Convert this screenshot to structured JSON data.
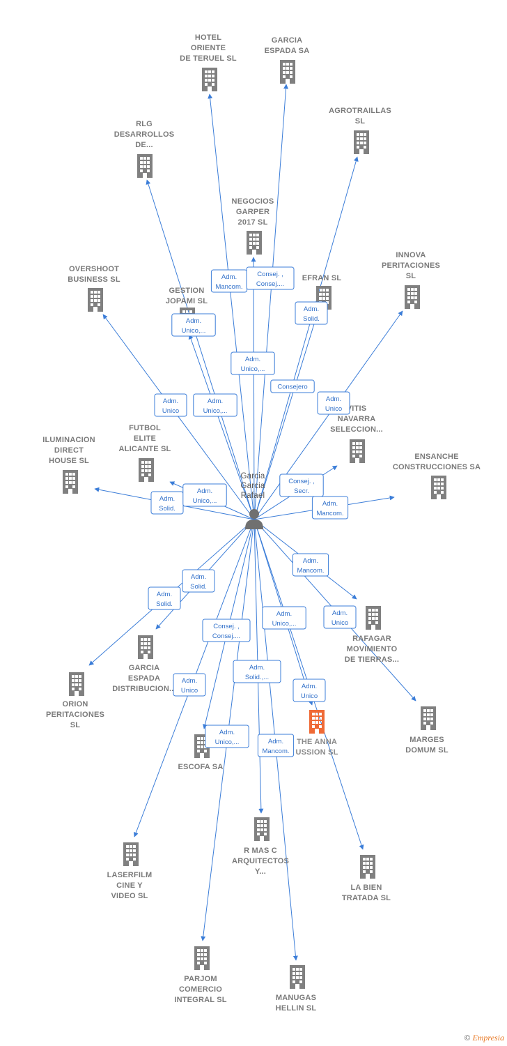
{
  "colors": {
    "edge": "#3b7dd8",
    "node": "#808080",
    "highlight": "#ef6a36",
    "person": "#707070"
  },
  "center": {
    "id": "person",
    "label": [
      "Garcia",
      "Garcia",
      "Rafael"
    ]
  },
  "nodes": [
    {
      "id": "hotel",
      "label": [
        "HOTEL",
        "ORIENTE",
        "DE TERUEL SL"
      ]
    },
    {
      "id": "garcia-espada",
      "label": [
        "GARCIA",
        "ESPADA SA"
      ]
    },
    {
      "id": "agrotraillas",
      "label": [
        "AGROTRAILLAS",
        "SL"
      ]
    },
    {
      "id": "rlg",
      "label": [
        "RLG",
        "DESARROLLOS",
        "DE..."
      ]
    },
    {
      "id": "negocios",
      "label": [
        "NEGOCIOS",
        "GARPER",
        "2017  SL"
      ]
    },
    {
      "id": "innova",
      "label": [
        "INNOVA",
        "PERITACIONES",
        "SL"
      ]
    },
    {
      "id": "overshoot",
      "label": [
        "OVERSHOOT",
        "BUSINESS  SL"
      ]
    },
    {
      "id": "gestion",
      "label": [
        "GESTION",
        "JOPAMI  SL"
      ]
    },
    {
      "id": "efran",
      "label": [
        "EFRAN SL"
      ]
    },
    {
      "id": "vitis",
      "label": [
        "VITIS",
        "NAVARRA",
        "SELECCION..."
      ]
    },
    {
      "id": "ensanche",
      "label": [
        "ENSANCHE",
        "CONSTRUCCIONES SA"
      ]
    },
    {
      "id": "iluminacion",
      "label": [
        "ILUMINACION",
        "DIRECT",
        "HOUSE SL"
      ]
    },
    {
      "id": "futbol",
      "label": [
        "FUTBOL",
        "ELITE",
        "ALICANTE SL"
      ]
    },
    {
      "id": "rafagar",
      "label": [
        "RAFAGAR",
        "MOVIMIENTO",
        "DE TIERRAS..."
      ]
    },
    {
      "id": "garcia-espada-dist",
      "label": [
        "GARCIA",
        "ESPADA",
        "DISTRIBUCION..."
      ]
    },
    {
      "id": "orion",
      "label": [
        "ORION",
        "PERITACIONES",
        "SL"
      ]
    },
    {
      "id": "the-anna",
      "label": [
        "THE ANNA",
        "USSION  SL"
      ]
    },
    {
      "id": "marges",
      "label": [
        "MARGES",
        "DOMUM  SL"
      ]
    },
    {
      "id": "escofa",
      "label": [
        "ESCOFA SA"
      ]
    },
    {
      "id": "laserfilm",
      "label": [
        "LASERFILM",
        "CINE Y",
        "VIDEO SL"
      ]
    },
    {
      "id": "rmas",
      "label": [
        "R MAS C",
        "ARQUITECTOS",
        "Y..."
      ]
    },
    {
      "id": "labien",
      "label": [
        "LA BIEN",
        "TRATADA  SL"
      ]
    },
    {
      "id": "parjom",
      "label": [
        "PARJOM",
        "COMERCIO",
        "INTEGRAL  SL"
      ]
    },
    {
      "id": "manugas",
      "label": [
        "MANUGAS",
        "HELLIN SL"
      ]
    }
  ],
  "edges": [
    {
      "to": "hotel",
      "label": [
        "Adm.",
        "Mancom."
      ]
    },
    {
      "to": "garcia-espada",
      "label": [
        "Consej. ,",
        "Consej...."
      ]
    },
    {
      "to": "agrotraillas",
      "label": [
        "Adm.",
        "Solid."
      ]
    },
    {
      "to": "rlg",
      "label": [
        "Adm.",
        "Unico,..."
      ]
    },
    {
      "to": "negocios",
      "label": [
        "Adm.",
        "Unico,..."
      ]
    },
    {
      "to": "innova",
      "label": [
        "Adm.",
        "Unico"
      ]
    },
    {
      "to": "overshoot",
      "label": [
        "Adm.",
        "Unico"
      ]
    },
    {
      "to": "gestion",
      "label": [
        "Adm.",
        "Unico,..."
      ]
    },
    {
      "to": "efran",
      "label": [
        "Consejero"
      ]
    },
    {
      "to": "vitis",
      "label": [
        "Consej. ,",
        "Secr."
      ]
    },
    {
      "to": "ensanche",
      "label": [
        "Adm.",
        "Mancom."
      ]
    },
    {
      "to": "iluminacion",
      "label": [
        "Adm.",
        "Solid."
      ]
    },
    {
      "to": "futbol",
      "label": [
        "Adm.",
        "Unico,..."
      ]
    },
    {
      "to": "rafagar",
      "label": [
        "Adm.",
        "Mancom."
      ]
    },
    {
      "to": "garcia-espada-dist",
      "label": [
        "Adm.",
        "Solid."
      ]
    },
    {
      "to": "orion",
      "label": [
        "Adm.",
        "Solid."
      ]
    },
    {
      "to": "the-anna",
      "label": [
        "Adm.",
        "Unico"
      ]
    },
    {
      "to": "marges",
      "label": [
        "Adm.",
        "Unico"
      ]
    },
    {
      "to": "escofa",
      "label": [
        "Consej. ,",
        "Consej...."
      ]
    },
    {
      "to": "laserfilm",
      "label": [
        "Adm.",
        "Unico"
      ]
    },
    {
      "to": "rmas",
      "label": [
        "Adm.",
        "Solid.,..."
      ]
    },
    {
      "to": "labien",
      "label": [
        "Adm.",
        "Unico,..."
      ]
    },
    {
      "to": "parjom",
      "label": [
        "Adm.",
        "Unico,..."
      ]
    },
    {
      "to": "manugas",
      "label": [
        "Adm.",
        "Mancom."
      ]
    }
  ],
  "highlight_node": "the-anna",
  "footer": {
    "copyright": "©",
    "brand": "Empresia"
  }
}
